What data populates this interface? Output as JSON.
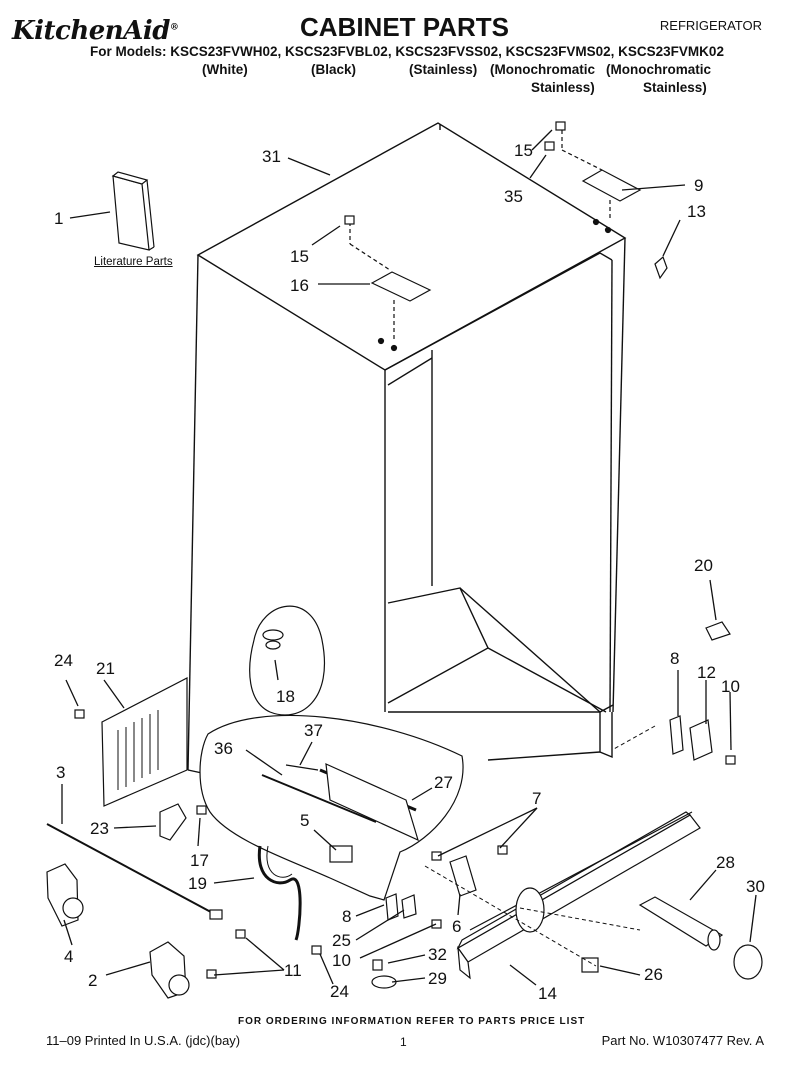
{
  "header": {
    "brand": "KitchenAid",
    "title": "CABINET PARTS",
    "category": "REFRIGERATOR",
    "models_line": "For Models: KSCS23FVWH02, KSCS23FVBL02, KSCS23FVSS02, KSCS23FVMS02, KSCS23FVMK02",
    "variants": {
      "white": "(White)",
      "black": "(Black)",
      "stainless": "(Stainless)",
      "mono1_l1": "(Monochromatic",
      "mono1_l2": "Stainless)",
      "mono2_l1": "(Monochromatic",
      "mono2_l2": "Stainless)"
    }
  },
  "callouts": {
    "c1": "1",
    "c2": "2",
    "c3": "3",
    "c4": "4",
    "c5": "5",
    "c6": "6",
    "c7": "7",
    "c8a": "8",
    "c8b": "8",
    "c9": "9",
    "c10a": "10",
    "c10b": "10",
    "c11": "11",
    "c12": "12",
    "c13": "13",
    "c14": "14",
    "c15a": "15",
    "c15b": "15",
    "c16": "16",
    "c17": "17",
    "c18": "18",
    "c19": "19",
    "c20": "20",
    "c21": "21",
    "c23": "23",
    "c24a": "24",
    "c24b": "24",
    "c25": "25",
    "c26": "26",
    "c27": "27",
    "c28": "28",
    "c29": "29",
    "c30": "30",
    "c31": "31",
    "c32": "32",
    "c35": "35",
    "c36": "36",
    "c37": "37"
  },
  "literature_label": "Literature Parts",
  "footer": {
    "ordering": "FOR ORDERING INFORMATION REFER TO PARTS PRICE LIST",
    "printed": "11–09 Printed In U.S.A. (jdc)(bay)",
    "page": "1",
    "part_no": "Part No. W10307477 Rev. A"
  }
}
